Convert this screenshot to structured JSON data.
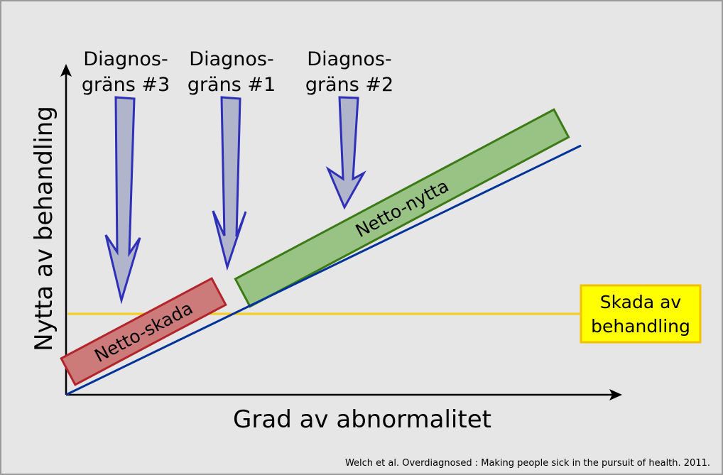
{
  "diagram": {
    "y_axis_label": "Nytta av behandling",
    "x_axis_label": "Grad av abnormalitet",
    "thresholds": [
      {
        "line1": "Diagnos-",
        "line2": "gräns #3"
      },
      {
        "line1": "Diagnos-",
        "line2": "gräns #1"
      },
      {
        "line1": "Diagnos-",
        "line2": "gräns #2"
      }
    ],
    "net_harm_label": "Netto-skada",
    "net_benefit_label": "Netto-nytta",
    "harm_box": {
      "line1": "Skada av",
      "line2": "behandling"
    },
    "citation": "Welch et al. Overdiagnosed : Making people sick in the pursuit of health. 2011."
  },
  "colors": {
    "background": "#e6e6e6",
    "benefit_line": "#003399",
    "harm_line": "#f5cf16",
    "harm_box_fill": "#ffff00",
    "harm_box_stroke": "#f2c200",
    "net_harm_fill": "#cc7a7a",
    "net_harm_stroke": "#b3242b",
    "net_benefit_fill": "#99c285",
    "net_benefit_stroke": "#3c7a16",
    "arrow_fill": "#b0b5cc",
    "arrow_stroke": "#2e30b8"
  }
}
